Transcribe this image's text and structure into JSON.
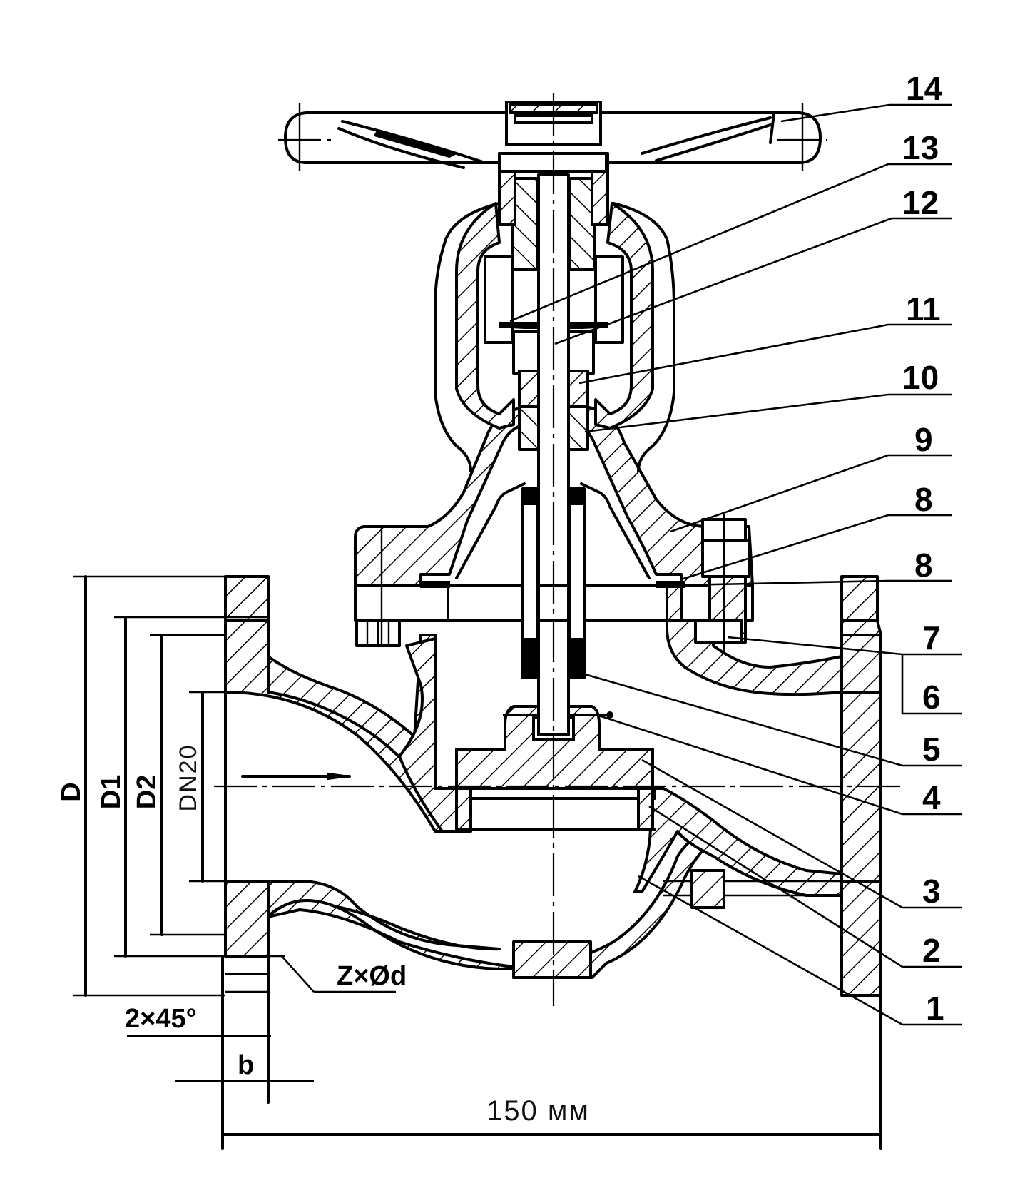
{
  "drawing": {
    "title": "Globe valve sectional drawing",
    "colors": {
      "line": "#000000",
      "background": "#ffffff"
    },
    "nominal_size_label": "DN20",
    "face_to_face_label": "150 мм",
    "dimension_labels": {
      "outer_diameter": "D",
      "bolt_circle_diameter": "D1",
      "raised_face_diameter": "D2",
      "bolt_holes": "Z×Ød",
      "chamfer": "2×45°",
      "flange_thickness": "b"
    },
    "parts": [
      {
        "number": "14"
      },
      {
        "number": "13"
      },
      {
        "number": "12"
      },
      {
        "number": "11"
      },
      {
        "number": "10"
      },
      {
        "number": "9"
      },
      {
        "number": "8"
      },
      {
        "number": "8"
      },
      {
        "number": "7"
      },
      {
        "number": "6"
      },
      {
        "number": "5"
      },
      {
        "number": "4"
      },
      {
        "number": "3"
      },
      {
        "number": "2"
      },
      {
        "number": "1"
      }
    ]
  }
}
